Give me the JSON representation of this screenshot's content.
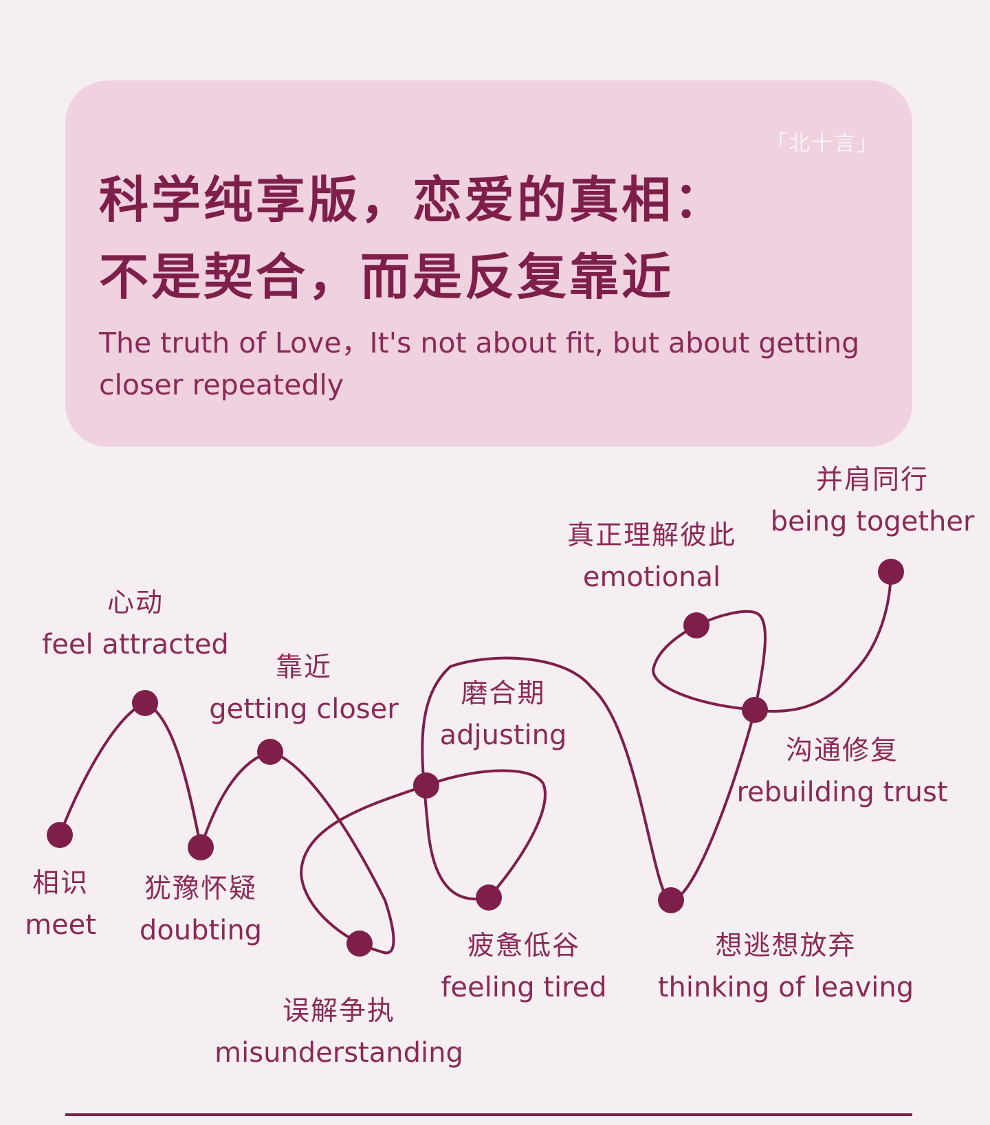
{
  "brand": "「北十言」",
  "title_lines": [
    "科学纯享版，恋爱的真相：",
    "不是契合，而是反复靠近"
  ],
  "subtitle_lines": [
    "The truth of Love，It's not about fit, but about getting",
    "closer repeatedly"
  ],
  "colors": {
    "background": "#f6eff1",
    "card": "#efd1df",
    "accent": "#7e1f4a",
    "text": "#8a2a56"
  },
  "stages": [
    {
      "zh": "相识",
      "en": "meet"
    },
    {
      "zh": "心动",
      "en": "feel attracted"
    },
    {
      "zh": "犹豫怀疑",
      "en": "doubting"
    },
    {
      "zh": "靠近",
      "en": "getting closer"
    },
    {
      "zh": "误解争执",
      "en": "misunderstanding"
    },
    {
      "zh": "磨合期",
      "en": "adjusting"
    },
    {
      "zh": "疲惫低谷",
      "en": "feeling tired"
    },
    {
      "zh": "想逃想放弃",
      "en": "thinking of leaving"
    },
    {
      "zh": "沟通修复",
      "en": "rebuilding trust"
    },
    {
      "zh": "真正理解彼此",
      "en": "emotional"
    },
    {
      "zh": "并肩同行",
      "en": "being together"
    }
  ]
}
